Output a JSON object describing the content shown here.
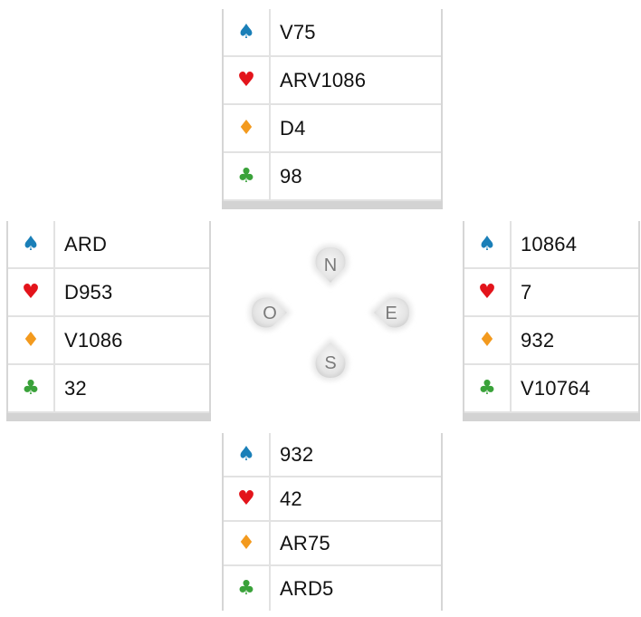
{
  "hands": {
    "north": {
      "spades": "V75",
      "hearts": "ARV1086",
      "diamonds": "D4",
      "clubs": "98"
    },
    "west": {
      "spades": "ARD",
      "hearts": "D953",
      "diamonds": "V1086",
      "clubs": "32"
    },
    "east": {
      "spades": "10864",
      "hearts": "7",
      "diamonds": "932",
      "clubs": "V10764"
    },
    "south": {
      "spades": "932",
      "hearts": "42",
      "diamonds": "AR75",
      "clubs": "ARD5"
    }
  },
  "suit_symbols": {
    "spades": "♠",
    "hearts": "♥",
    "diamonds": "♦",
    "clubs": "♣"
  },
  "suit_icons": {
    "spades": "spade-icon",
    "hearts": "heart-icon",
    "diamonds": "diamond-icon",
    "clubs": "club-icon"
  },
  "suit_colors": {
    "spades": "#1a7fb8",
    "hearts": "#e3141b",
    "diamonds": "#f39a1e",
    "clubs": "#3aa23a"
  },
  "compass": {
    "north": "N",
    "south": "S",
    "east": "E",
    "west": "O"
  }
}
